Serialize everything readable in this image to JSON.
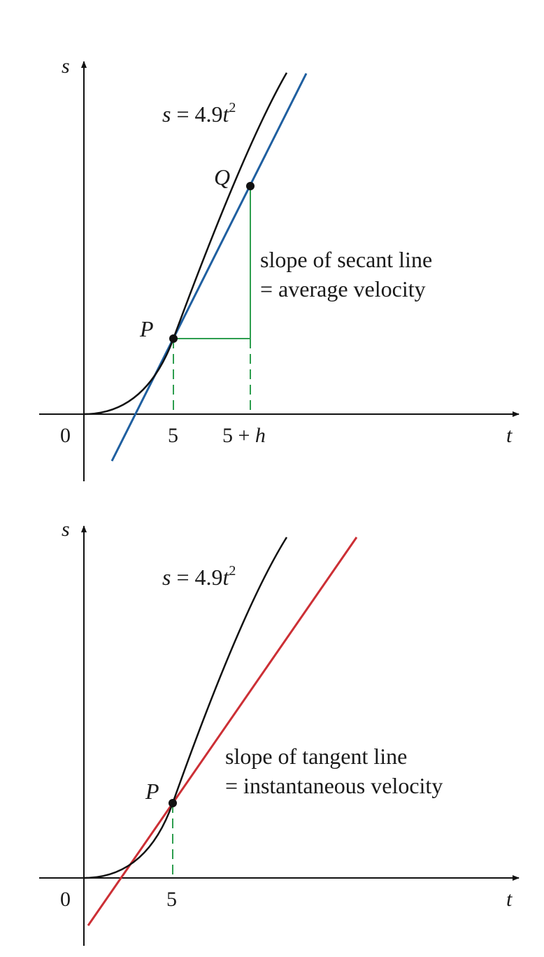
{
  "colors": {
    "curve": "#111111",
    "axis": "#111111",
    "secant": "#1f5fa0",
    "tangent": "#cc2f35",
    "guide": "#2e9e4f",
    "point": "#111111"
  },
  "top": {
    "axis_s": "s",
    "axis_t": "t",
    "origin": "0",
    "equation": {
      "lhs": "s",
      "eq": " = 4.9",
      "var": "t",
      "exp": "2"
    },
    "point_p": "P",
    "point_q": "Q",
    "tick_5": "5",
    "tick_5h_prefix": "5 + ",
    "tick_5h_var": "h",
    "note_line1": "slope of secant line",
    "note_line2": "= average velocity"
  },
  "bottom": {
    "axis_s": "s",
    "axis_t": "t",
    "origin": "0",
    "equation": {
      "lhs": "s",
      "eq": " = 4.9",
      "var": "t",
      "exp": "2"
    },
    "point_p": "P",
    "tick_5": "5",
    "note_line1": "slope of tangent line",
    "note_line2": "= instantaneous velocity"
  }
}
